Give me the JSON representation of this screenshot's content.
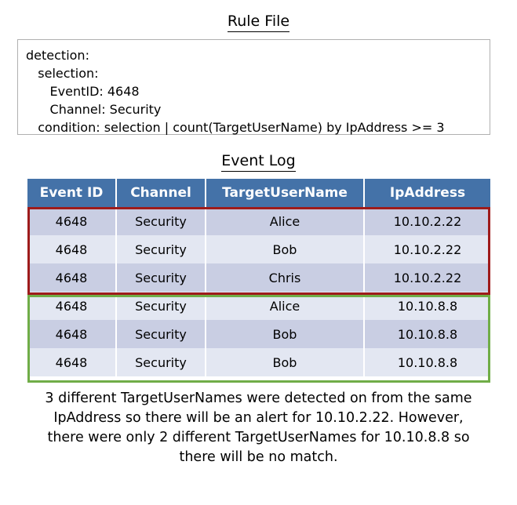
{
  "rule_section": {
    "title": "Rule File",
    "lines": [
      "detection:",
      "   selection:",
      "      EventID: 4648",
      "      Channel: Security",
      "   condition: selection | count(TargetUserName) by IpAddress >= 3"
    ]
  },
  "log_section": {
    "title": "Event Log",
    "columns": [
      "Event ID",
      "Channel",
      "TargetUserName",
      "IpAddress"
    ],
    "rows": [
      {
        "event_id": "4648",
        "channel": "Security",
        "target_user_name": "Alice",
        "ip_address": "10.10.2.22"
      },
      {
        "event_id": "4648",
        "channel": "Security",
        "target_user_name": "Bob",
        "ip_address": "10.10.2.22"
      },
      {
        "event_id": "4648",
        "channel": "Security",
        "target_user_name": "Chris",
        "ip_address": "10.10.2.22"
      },
      {
        "event_id": "4648",
        "channel": "Security",
        "target_user_name": "Alice",
        "ip_address": "10.10.8.8"
      },
      {
        "event_id": "4648",
        "channel": "Security",
        "target_user_name": "Bob",
        "ip_address": "10.10.8.8"
      },
      {
        "event_id": "4648",
        "channel": "Security",
        "target_user_name": "Bob",
        "ip_address": "10.10.8.8"
      }
    ]
  },
  "highlights": {
    "match_box": {
      "label": "matching-rows-10.10.2.22",
      "color": "#9E1B1B",
      "rows": [
        0,
        1,
        2
      ]
    },
    "nomatch_box": {
      "label": "non-matching-rows-10.10.8.8",
      "color": "#70AD47",
      "rows": [
        3,
        4,
        5
      ]
    }
  },
  "caption": {
    "text": "3 different TargetUserNames were detected on from the same IpAddress so there will be an alert for 10.10.2.22. However, there were only 2 different TargetUserNames for 10.10.8.8 so there will be no match."
  },
  "colors": {
    "header_blue": "#4472A8",
    "row_dark": "#C9CEE3",
    "row_light": "#E3E7F2",
    "box_border": "#B0B0B0",
    "background": "#FFFFFF"
  }
}
